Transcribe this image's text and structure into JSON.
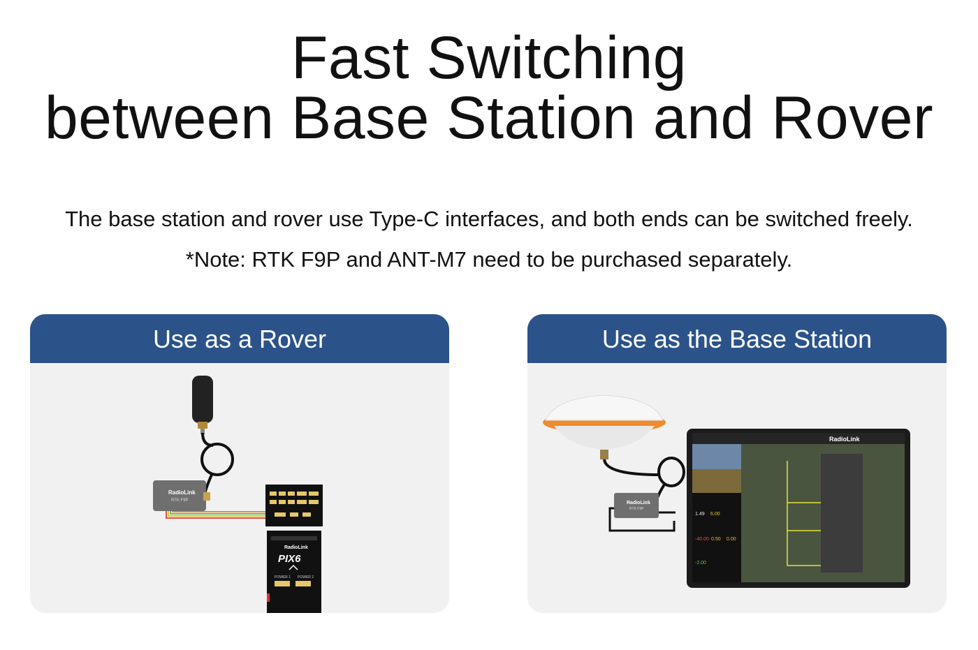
{
  "title": {
    "line1": "Fast Switching",
    "line2": "between Base Station and Rover"
  },
  "description": "The base station and rover use Type-C interfaces, and both ends can be switched freely.",
  "note": "*Note: RTK F9P and ANT-M7 need to be purchased separately.",
  "cards": [
    {
      "header": "Use as a Rover",
      "module_brand": "RadioLink",
      "module_model": "RTK F9P",
      "controller_brand": "RadioLink",
      "controller_name": "PIX6",
      "controller_ports": [
        "POWER 1",
        "POWER 2"
      ]
    },
    {
      "header": "Use as the Base Station",
      "module_brand": "RadioLink",
      "module_model": "RTK F9P",
      "screen_brand": "RadioLink",
      "telemetry_values": [
        "1.49",
        "6.00",
        "-40.00",
        "0.50",
        "0.00",
        "-2.00"
      ]
    }
  ],
  "colors": {
    "header_bg": "#2b5389",
    "card_bg": "#f1f1f1",
    "antenna_orange": "#f08a2c"
  }
}
